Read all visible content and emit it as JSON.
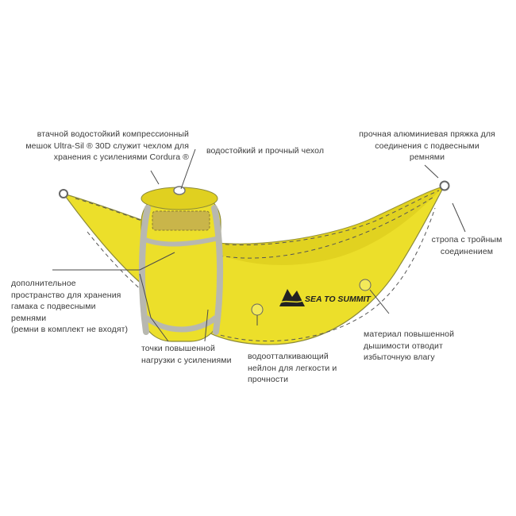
{
  "colors": {
    "fabric": "#ecdf2a",
    "fabric_shade": "#d9c618",
    "outline": "#8c8a3a",
    "line": "#4a4a4a",
    "bag_frame": "#b8b8b0",
    "text": "#3a3a3a"
  },
  "brand": {
    "text": "SEA TO SUMMIT",
    "icon": "sea-to-summit-logo-icon"
  },
  "labels": {
    "sack": [
      "втачной водостойкий компрессионный",
      "мешок Ultra-Sil ® 30D служит чехлом для",
      "хранения с усилениями Cordura ®"
    ],
    "cover": [
      "водостойкий и прочный чехол"
    ],
    "buckle": [
      "прочная алюминиевая пряжка для",
      "соединения с подвесными",
      "ремнями"
    ],
    "strap": [
      "стропа с тройным",
      "соединением"
    ],
    "storage": [
      "дополнительное",
      "пространство для хранения",
      "гамака с подвесными",
      "ремнями",
      "(ремни в комплект не входят)"
    ],
    "points": [
      "точки повышенной",
      "нагрузки с усилениями"
    ],
    "nylon": [
      "водоотталкивающий",
      "нейлон для легкости и",
      "прочности"
    ],
    "breathable": [
      "материал повышенной",
      "дышимости отводит",
      "избыточную влагу"
    ]
  }
}
